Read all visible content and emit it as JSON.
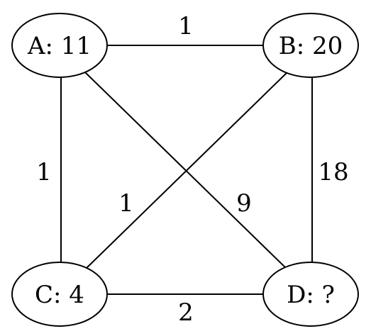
{
  "nodes": {
    "a": {
      "label": "A: 11"
    },
    "b": {
      "label": "B: 20"
    },
    "c": {
      "label": "C: 4"
    },
    "d": {
      "label": "D: ?"
    }
  },
  "edges": {
    "ab": {
      "from": "A",
      "to": "B",
      "weight": "1"
    },
    "ac": {
      "from": "A",
      "to": "C",
      "weight": "1"
    },
    "ad": {
      "from": "A",
      "to": "D",
      "weight": "9"
    },
    "bc": {
      "from": "B",
      "to": "C",
      "weight": "1"
    },
    "bd": {
      "from": "B",
      "to": "D",
      "weight": "18"
    },
    "cd": {
      "from": "C",
      "to": "D",
      "weight": "2"
    }
  }
}
